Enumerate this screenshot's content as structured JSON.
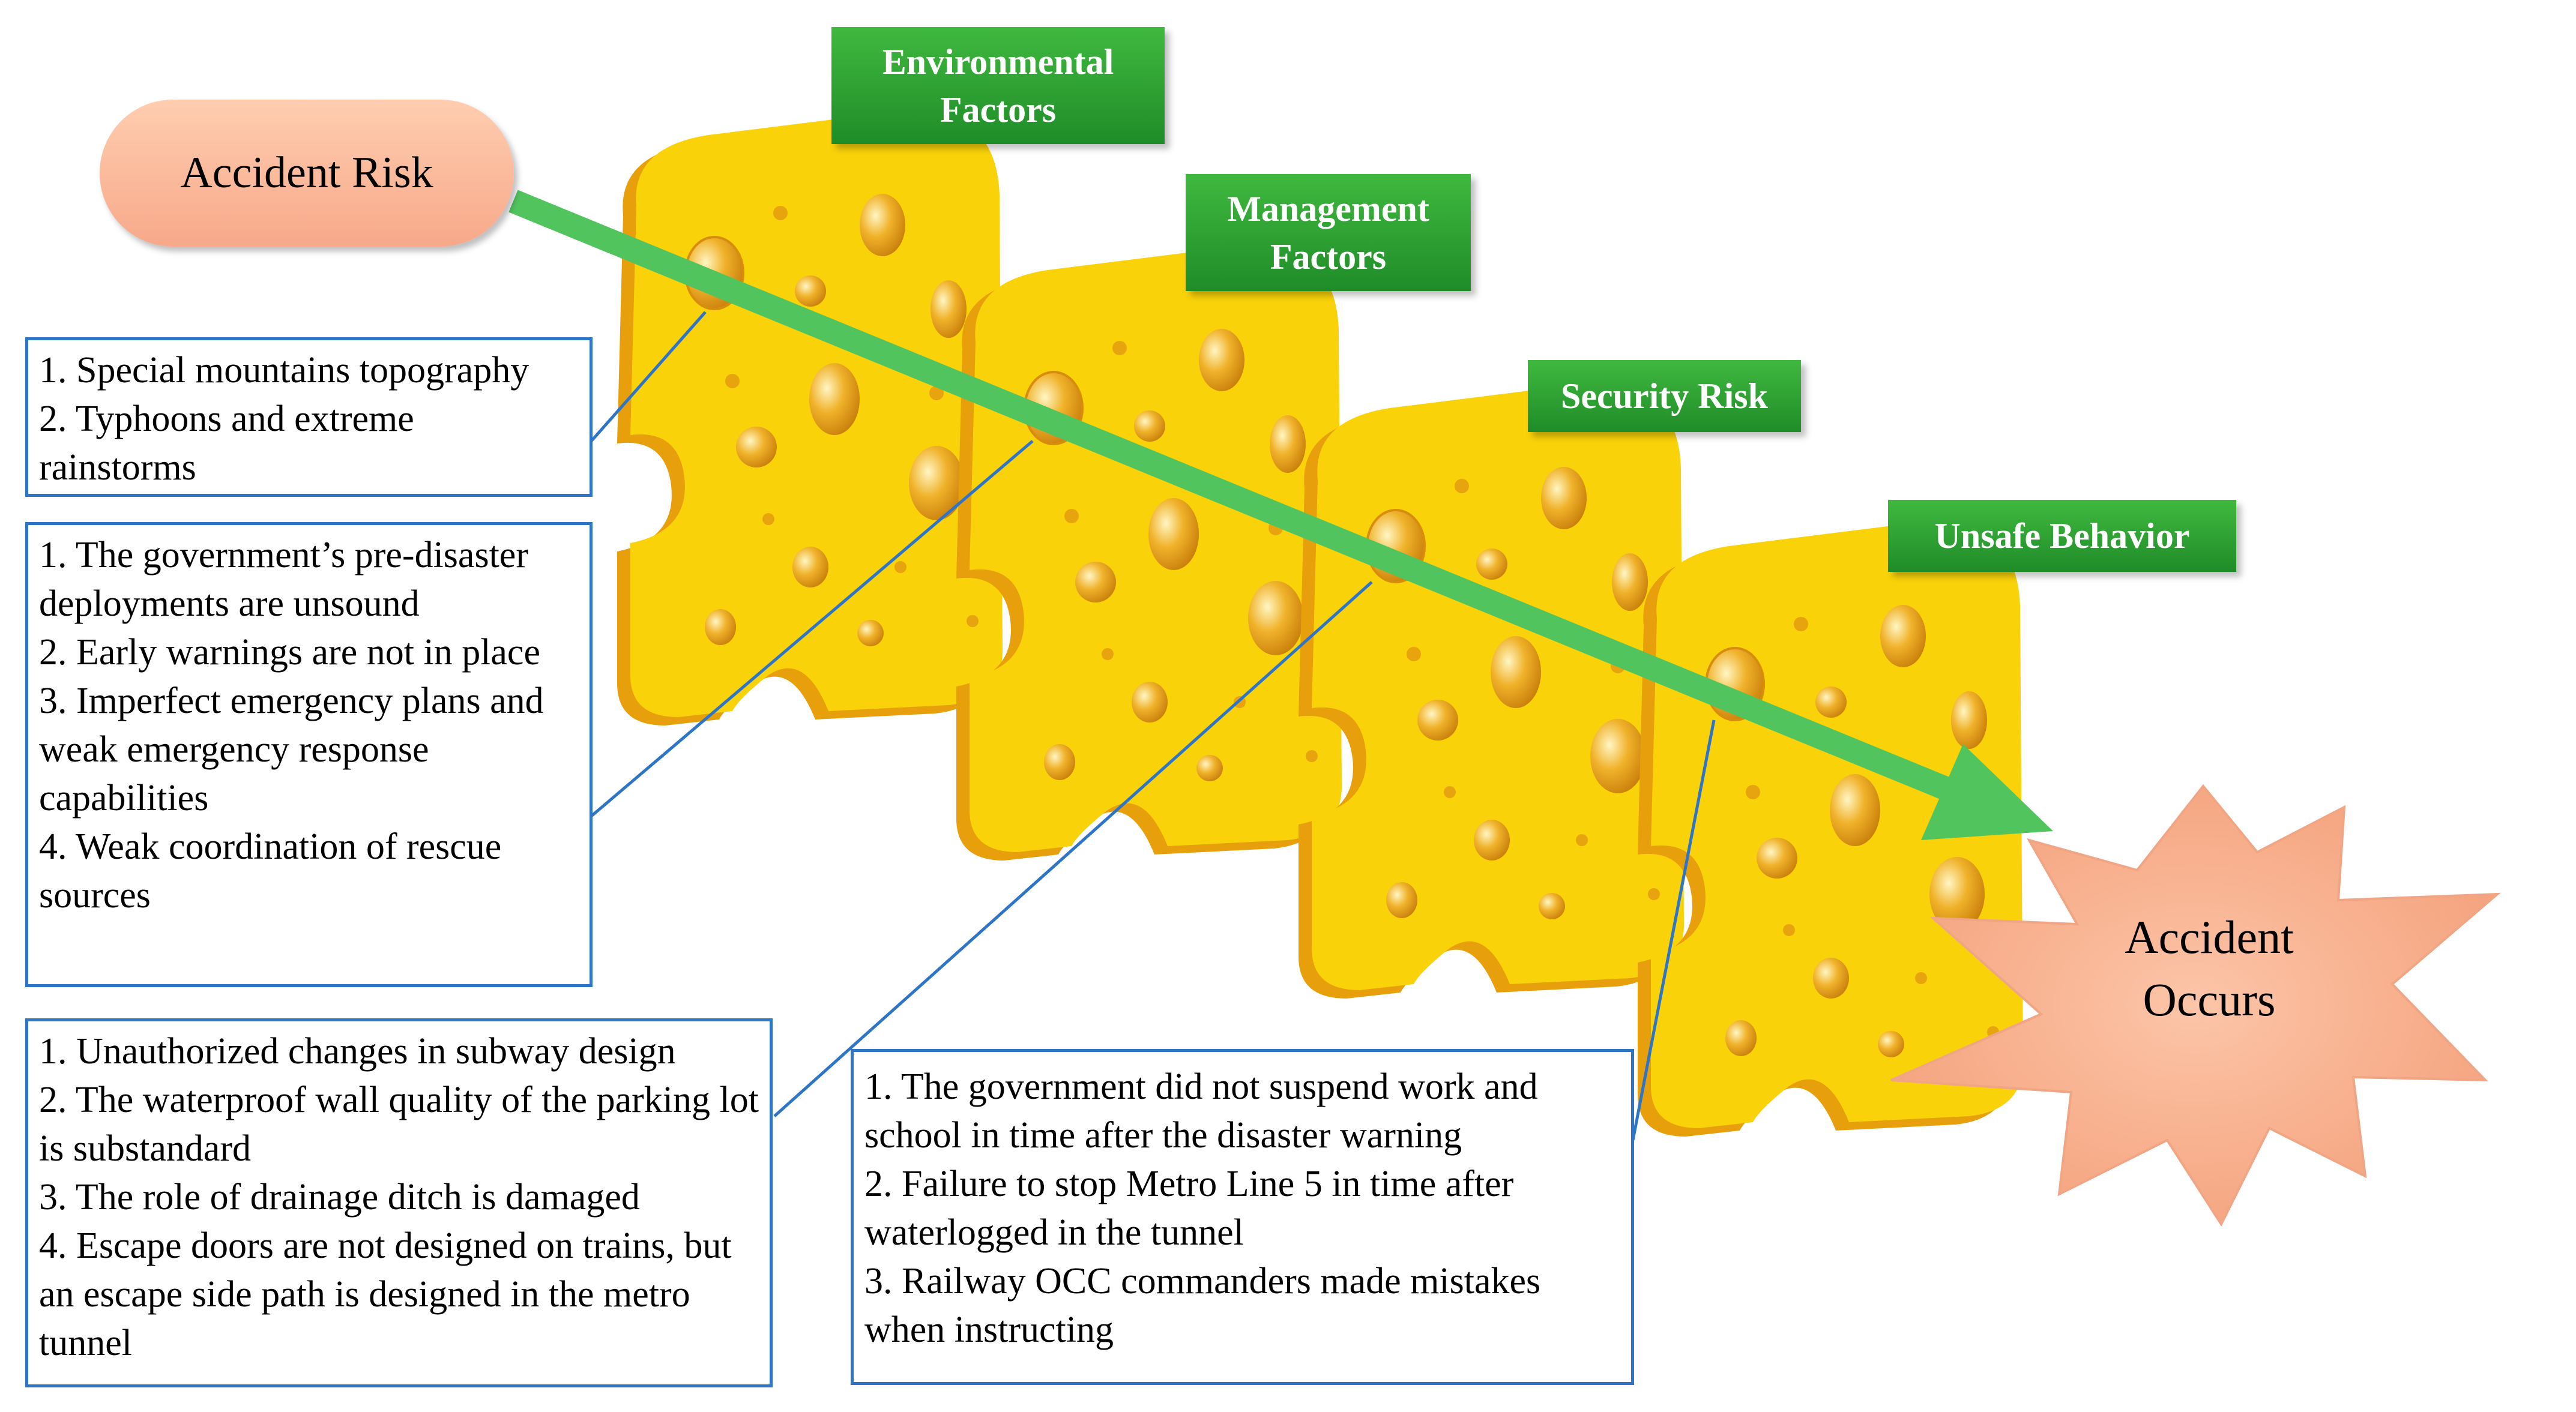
{
  "labels": {
    "accident_risk": "Accident Risk",
    "accident_occurs": "Accident\nOccurs",
    "factors": [
      {
        "title": "Environmental\nFactors"
      },
      {
        "title": "Management\nFactors"
      },
      {
        "title": "Security Risk"
      },
      {
        "title": "Unsafe Behavior"
      }
    ]
  },
  "boxes": {
    "environmental": [
      "1. Special mountains topography",
      "2. Typhoons and extreme rainstorms"
    ],
    "management": [
      "1. The government’s pre-disaster deployments are unsound",
      "2. Early warnings are not in place",
      "3. Imperfect emergency plans and weak emergency response capabilities",
      "4. Weak coordination of rescue sources"
    ],
    "security": [
      "1. Unauthorized changes in subway design",
      "2. The waterproof wall quality of the parking lot is substandard",
      "3. The role of drainage ditch is damaged",
      "4. Escape doors are not designed on trains, but an escape side path is designed in the metro tunnel"
    ],
    "unsafe": [
      "1. The government did not suspend work and school in time after the disaster warning",
      "2. Failure to stop Metro Line 5 in time after waterlogged in the tunnel",
      "3. Railway OCC commanders made mistakes when instructing"
    ]
  },
  "colors": {
    "cheese": "#f9d20a",
    "cheese_edge": "#e8a40e",
    "hole": "#e39a12",
    "arrow": "#52c45e",
    "tag": "#2e9a32",
    "box_border": "#2e75c8",
    "pill": "#f9b698",
    "star": "#f9b090"
  }
}
